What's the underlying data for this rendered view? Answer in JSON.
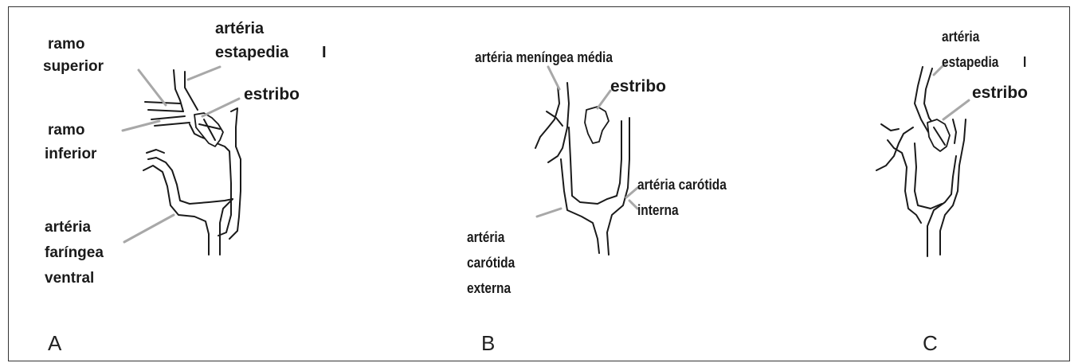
{
  "panels": {
    "a": {
      "letter": "A",
      "labels": {
        "ramo_superior_1": "ramo",
        "ramo_superior_2": "superior",
        "arteria_estapedia_1": "artéria",
        "arteria_estapedia_2": "estapedia",
        "arteria_estapedia_mark": "I",
        "estribo": "estribo",
        "ramo_inferior_1": "ramo",
        "ramo_inferior_2": "inferior",
        "faringea_1": "artéria",
        "faringea_2": "faríngea",
        "faringea_3": "ventral"
      }
    },
    "b": {
      "letter": "B",
      "labels": {
        "meningea": "artéria meníngea média",
        "estribo": "estribo",
        "carotida_interna_1": "artéria carótida",
        "carotida_interna_2": "interna",
        "carotida_externa_1": "artéria",
        "carotida_externa_2": "carótida",
        "carotida_externa_3": "externa"
      }
    },
    "c": {
      "letter": "C",
      "labels": {
        "arteria_estapedia_1": "artéria",
        "arteria_estapedia_2": "estapedia",
        "arteria_estapedia_mark": "I",
        "estribo": "estribo"
      }
    }
  }
}
